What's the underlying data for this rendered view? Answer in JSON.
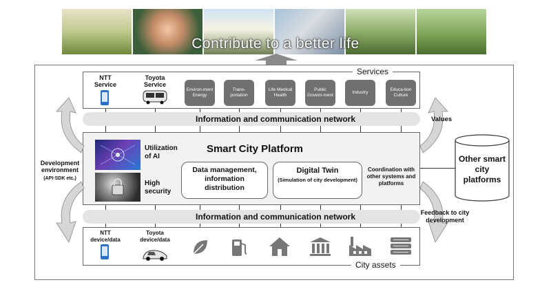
{
  "banner": {
    "text": "Contribute to a better life"
  },
  "services": {
    "title": "Services",
    "ntt_label": "NTT Service",
    "toyota_label": "Toyota Service",
    "tiles": [
      "Environ-ment Energy",
      "Trans-portation",
      "Life Medical Health",
      "Public Govern-ment",
      "Industry",
      "Educa-tion Culture"
    ]
  },
  "network": {
    "top": "Information and communication network",
    "bottom": "Information and communication network"
  },
  "platform": {
    "title": "Smart City Platform",
    "ai_label": "Utilization of AI",
    "security_label": "High security",
    "data_mgmt": "Data management, information distribution",
    "twin_title": "Digital Twin",
    "twin_sub": "(Simulation of city development)",
    "coordination": "Coordination with other systems and platforms"
  },
  "side_left": {
    "dev_env": "Development environment",
    "api": "(API·SDK etc.)"
  },
  "side_right": {
    "values": "Values",
    "feedback": "Feedback to city development"
  },
  "other_platforms": "Other smart city platforms",
  "assets": {
    "title": "City assets",
    "ntt_label": "NTT device/data",
    "toyota_label": "Toyota device/data",
    "icons": [
      "leaf-icon",
      "fuel-pump-icon",
      "house-icon",
      "government-building-icon",
      "factory-icon",
      "database-icon"
    ]
  },
  "colors": {
    "tile": "#707070",
    "band": "#e4e4e4",
    "accent_blue": "#2a6fc9"
  }
}
